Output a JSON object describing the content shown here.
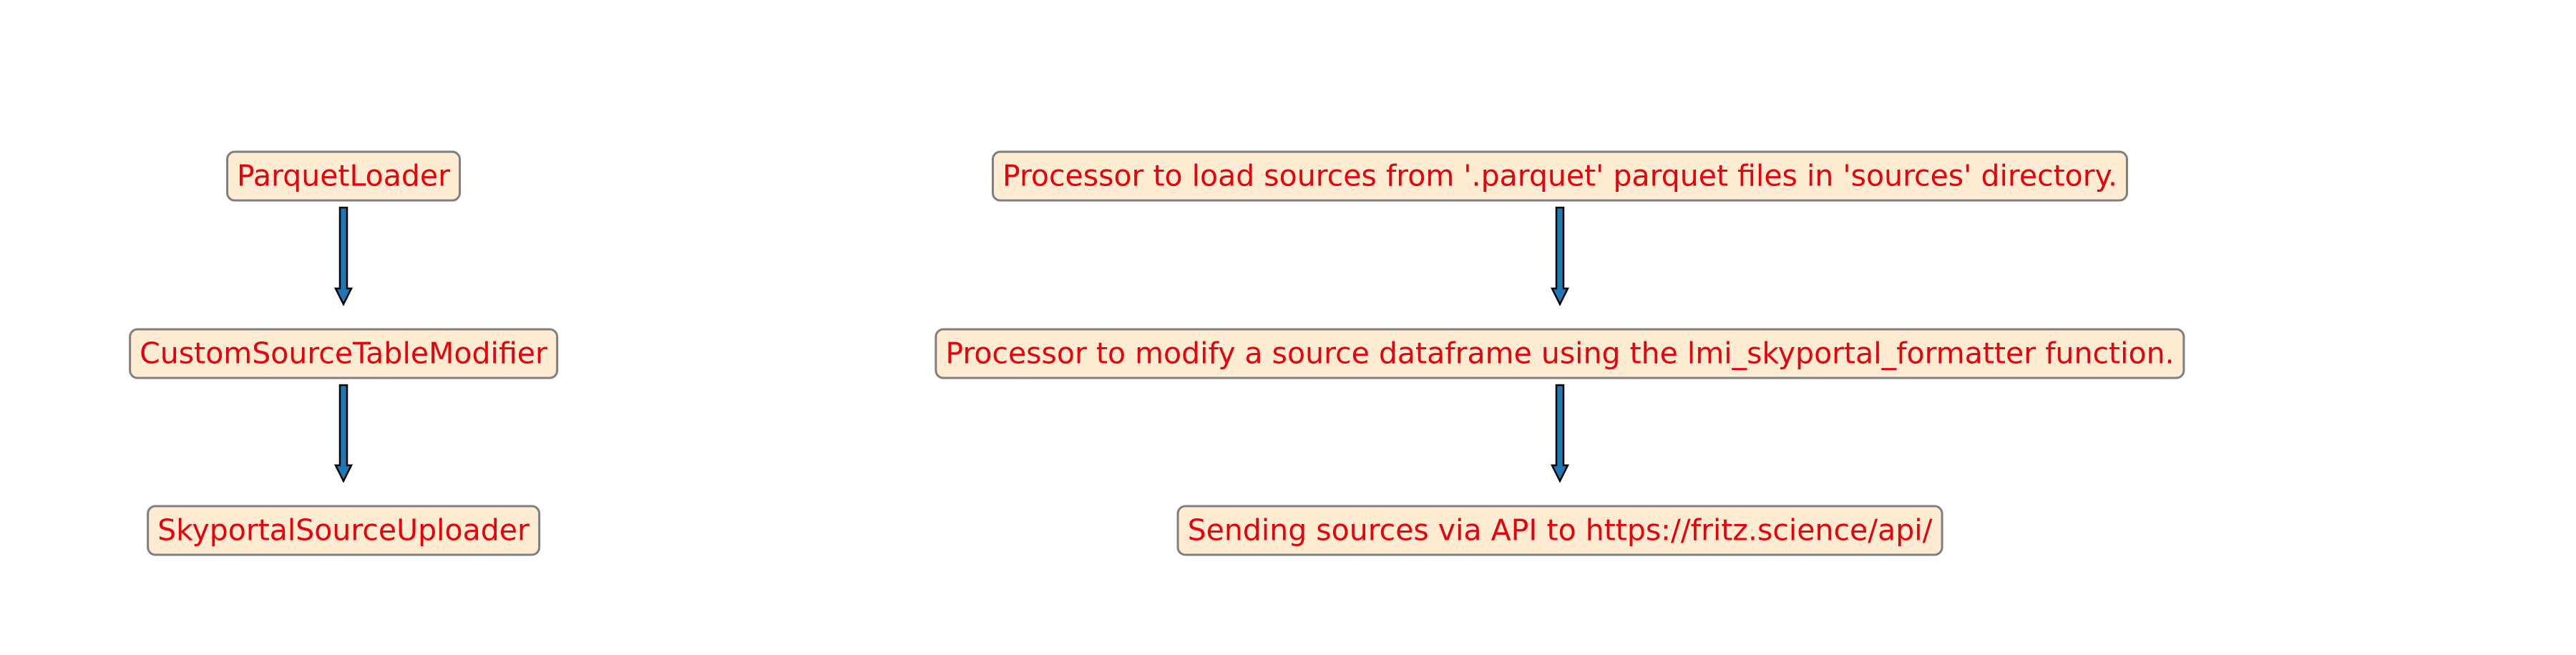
{
  "colors": {
    "text": "#e8000b",
    "box_fill": "#fdebd2",
    "box_border": "#7f7f7f",
    "arrow_fill": "#1f77b4",
    "arrow_edge": "#000000"
  },
  "pipeline": {
    "left": [
      {
        "id": "parquet-loader",
        "label": "ParquetLoader"
      },
      {
        "id": "custom-source-table-modifier",
        "label": "CustomSourceTableModifier"
      },
      {
        "id": "skyportal-source-uploader",
        "label": "SkyportalSourceUploader"
      }
    ],
    "right": [
      {
        "id": "desc-loader",
        "label": "Processor to load sources from '.parquet' parquet files in 'sources' directory."
      },
      {
        "id": "desc-modifier",
        "label": "Processor to modify a source dataframe using the lmi_skyportal_formatter function."
      },
      {
        "id": "desc-uploader",
        "label": "Sending sources via API to https://fritz.science/api/"
      }
    ]
  }
}
